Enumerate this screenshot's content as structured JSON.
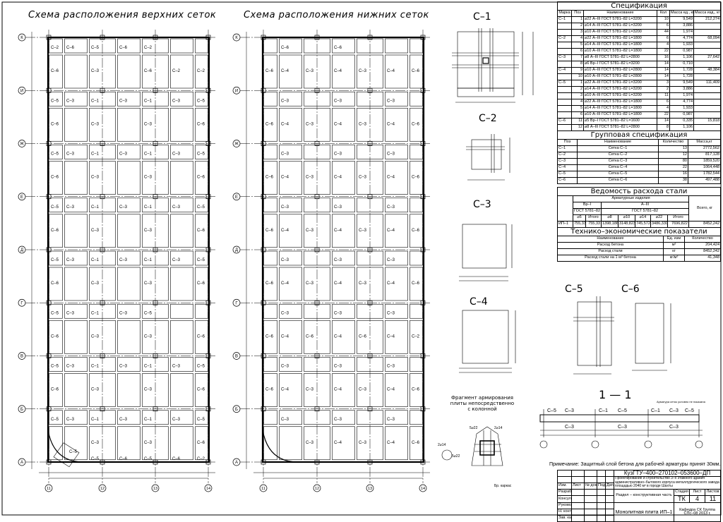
{
  "titles": {
    "top_plan": "Схема расположения верхних сеток",
    "bottom_plan": "Схема расположения нижних сеток",
    "details": [
      "С–1",
      "С–2",
      "С–3",
      "С–4",
      "С–5",
      "С–6"
    ],
    "section": "1 — 1",
    "fragment": [
      "Фрагмент армирования",
      "плиты непосредственно",
      "с колонной"
    ]
  },
  "grid": {
    "rows": [
      "К",
      "И",
      "Ж",
      "Е",
      "Д",
      "Г",
      "В",
      "Б",
      "А"
    ],
    "cols": [
      "11",
      "12",
      "13",
      "14"
    ]
  },
  "plans": {
    "top": {
      "at": [
        [
          "С–2",
          "С–6",
          "С–5",
          "С–6",
          "С–2",
          "",
          ""
        ],
        [
          "С–5",
          "С–3",
          "С–1",
          "С–3",
          "С–1",
          "С–3",
          "С–5"
        ],
        [
          "С–5",
          "С–3",
          "С–1",
          "С–3",
          "С–1",
          "С–3",
          "С–5"
        ],
        [
          "С–5",
          "С–3",
          "С–1",
          "С–3",
          "С–1",
          "С–3",
          "С–5"
        ],
        [
          "С–5",
          "С–3",
          "С–1",
          "С–3",
          "С–1",
          "С–3",
          "С–5"
        ],
        [
          "С–5",
          "С–3",
          "С–1",
          "С–3",
          "С–5",
          "",
          ""
        ],
        [
          "С–5",
          "С–3",
          "С–1",
          "С–3",
          "С–1",
          "С–3",
          "С–5"
        ],
        [
          "С–5",
          "С–3",
          "С–1",
          "С–3",
          "С–1",
          "С–3",
          "С–5"
        ],
        [
          "",
          "",
          "С–5",
          "С–6",
          "С–5",
          "С–6",
          "С–2"
        ]
      ],
      "mid": [
        [
          "С–6",
          "",
          "С–3",
          "",
          "С–6",
          "С–2",
          "С–2"
        ],
        [
          "С–6",
          "",
          "С–3",
          "",
          "С–3",
          "",
          "С–6"
        ],
        [
          "С–6",
          "",
          "С–3",
          "",
          "С–3",
          "",
          "С–6"
        ],
        [
          "С–6",
          "",
          "С–3",
          "",
          "С–3",
          "",
          "С–6"
        ],
        [
          "С–6",
          "",
          "С–3",
          "",
          "С–3",
          "",
          "С–6"
        ],
        [
          "С–6",
          "",
          "С–3",
          "",
          "С–3",
          "",
          "С–6"
        ],
        [
          "С–6",
          "",
          "С–3",
          "",
          "С–3",
          "",
          "С–6"
        ],
        [
          "",
          "",
          "С–3",
          "",
          "С–3",
          "",
          "С–6"
        ]
      ],
      "diamond_label": "С–5"
    },
    "bottom": {
      "at": [
        [
          "",
          "С–6",
          "",
          "С–6",
          "",
          "",
          ""
        ],
        [
          "",
          "С–3",
          "",
          "С–3",
          "",
          "С–3",
          ""
        ],
        [
          "",
          "С–3",
          "",
          "С–3",
          "",
          "С–3",
          ""
        ],
        [
          "",
          "С–3",
          "",
          "С–3",
          "",
          "С–3",
          ""
        ],
        [
          "",
          "С–3",
          "",
          "С–3",
          "",
          "С–3",
          ""
        ],
        [
          "",
          "С–3",
          "",
          "С–3",
          "",
          "С–3",
          ""
        ],
        [
          "",
          "С–3",
          "",
          "С–3",
          "",
          "С–3",
          ""
        ],
        [
          "",
          "С–3",
          "",
          "С–3",
          "",
          "С–3",
          ""
        ],
        [
          "",
          "",
          "",
          "",
          "",
          "",
          ""
        ]
      ],
      "mid": [
        [
          "С–6",
          "С–4",
          "С–3",
          "С–4",
          "С–3",
          "С–4",
          "С–6"
        ],
        [
          "С–6",
          "С–4",
          "С–3",
          "С–4",
          "С–3",
          "С–4",
          "С–6"
        ],
        [
          "С–6",
          "С–4",
          "С–3",
          "С–4",
          "С–3",
          "С–4",
          "С–6"
        ],
        [
          "С–6",
          "С–4",
          "С–3",
          "С–4",
          "С–3",
          "С–4",
          "С–6"
        ],
        [
          "С–6",
          "С–4",
          "С–3",
          "С–4",
          "С–3",
          "С–4",
          "С–6"
        ],
        [
          "С–6",
          "С–4",
          "С–6",
          "С–4",
          "С–6",
          "С–4",
          "С–2"
        ],
        [
          "С–6",
          "С–4",
          "С–3",
          "С–4",
          "С–3",
          "С–4",
          "С–6"
        ],
        [
          "",
          "",
          "С–3",
          "С–4",
          "С–3",
          "С–4",
          "С–6"
        ]
      ]
    }
  },
  "section_labels": {
    "top": [
      "С–5",
      "С–3",
      "С–1",
      "С–5",
      "С–1",
      "С–3",
      "С–5"
    ],
    "bottom": [
      "С–3",
      "С–3",
      "С–3"
    ],
    "callout": "Арматура сеток условно не показана"
  },
  "fragment_labels": [
    "5⌀22",
    "2⌀14",
    "2⌀14",
    "5⌀22",
    "Бр. каркас"
  ],
  "spec": {
    "title": "Спецификация",
    "headers": [
      "Марка",
      "Поз",
      "Наименование",
      "Кол",
      "Масса ед., кг",
      "Масса изд., кг"
    ],
    "rows": [
      [
        "С–1",
        "1",
        "⌀22 А–III ГОСТ 5781–82 L=3200",
        "10",
        "9,549",
        "212,274"
      ],
      [
        "",
        "2",
        "⌀14 А–III ГОСТ 5781–82 L=3200",
        "6",
        "3,886",
        ""
      ],
      [
        "",
        "3",
        "⌀10 А–III ГОСТ 5781–82 L=3200",
        "44",
        "1,974",
        ""
      ],
      [
        "С–2",
        "4",
        "⌀22 А–III ГОСТ 5781–82 L=1800",
        "6",
        "4,774",
        "68,094"
      ],
      [
        "",
        "5",
        "⌀14 А–III ГОСТ 5781–82 L=1800",
        "4",
        "1,933",
        ""
      ],
      [
        "",
        "6",
        "⌀10 А–III ГОСТ 5781–82 L=1800",
        "22",
        "0,987",
        ""
      ],
      [
        "С–3",
        "7",
        "⌀8 А–III ГОСТ 5781–82 L=2800",
        "16",
        "1,106",
        "27,642"
      ],
      [
        "",
        "8",
        "⌀6 Вр–I ГОСТ 5781–82 L=3200",
        "14",
        "0,710",
        ""
      ],
      [
        "С–4",
        "9",
        "⌀10 А–III ГОСТ 5781–82 L=2800",
        "14",
        "1,728",
        "48,384"
      ],
      [
        "",
        "10",
        "⌀10 А–III ГОСТ 5781–82 L=2800",
        "14",
        "1,728",
        ""
      ],
      [
        "С–5",
        "1",
        "⌀22 А–III ГОСТ 5781–82 L=3200",
        "3",
        "9,549",
        "111,409"
      ],
      [
        "",
        "2",
        "⌀14 А–III ГОСТ 5781–82 L=3200",
        "2",
        "3,886",
        ""
      ],
      [
        "",
        "3",
        "⌀10 А–III ГОСТ 5781–82 L=3200",
        "11",
        "1,974",
        ""
      ],
      [
        "",
        "4",
        "⌀22 А–III ГОСТ 5781–82 L=1800",
        "6",
        "4,774",
        ""
      ],
      [
        "",
        "5",
        "⌀14 А–III ГОСТ 5781–82 L=1800",
        "4",
        "1,933",
        ""
      ],
      [
        "",
        "6",
        "⌀10 А–III ГОСТ 5781–82 L=1800",
        "22",
        "0,987",
        ""
      ],
      [
        "С–6",
        "11",
        "⌀5 Вр–I ГОСТ 5781–82 L=1600",
        "14",
        "0,335",
        "15,818"
      ],
      [
        "",
        "12",
        "⌀8 А–III ГОСТ 5781–82 L=2800",
        "8",
        "1,106",
        ""
      ]
    ]
  },
  "group_spec": {
    "title": "Групповая спецификация",
    "headers": [
      "Поз",
      "Наименование",
      "Количество",
      "Масса,кг"
    ],
    "rows": [
      [
        "С–1",
        "Сетка С–1",
        "13",
        "2772,562"
      ],
      [
        "С–2",
        "Сетка С–2",
        "12",
        "817,128"
      ],
      [
        "С–3",
        "Сетка С–3",
        "80",
        "1859,520"
      ],
      [
        "С–4",
        "Сетка С–4",
        "22",
        "1064,448"
      ],
      [
        "С–5",
        "Сетка С–5",
        "16",
        "1782,544"
      ],
      [
        "С–6",
        "Сетка С–6",
        "38",
        "497,488"
      ]
    ]
  },
  "steel": {
    "title": "Ведомость расхода стали",
    "group": "Арматурные изделия",
    "class1": "Вр–I",
    "class2": "А–III",
    "total": "Всего, кг",
    "gost1": "ГОСТ 5781–82",
    "gost2": "ГОСТ 5781–82",
    "cols": [
      "⌀5",
      "Итого",
      "⌀8",
      "⌀10",
      "⌀14",
      "⌀22",
      "Итого"
    ],
    "row": [
      "ИП–1",
      "755,33",
      "755,33",
      "1398,186",
      "3148,823",
      "745,572",
      "3486,330",
      "7696,822",
      "8452,242"
    ]
  },
  "tep": {
    "title": "Технико–экономические показатели",
    "headers": [
      "Наименование",
      "Ед. изм",
      "Количество"
    ],
    "rows": [
      [
        "Расход бетона",
        "м³",
        "204,424"
      ],
      [
        "Расход стали",
        "кг",
        "8452,242"
      ],
      [
        "Расход стали на 1 м³ бетона",
        "кг/м³",
        "41,348"
      ]
    ]
  },
  "note": "Примечание: Защитный слой бетона для рабочей арматуры принят 30мм.",
  "stamp": {
    "code": "КузГТУ–400–270102–053600–ДП",
    "project": "Проектирование и строительство 3–х этажного здания административно–бытового корпуса металлургического завода площадью 2040 м² в городе Шахты",
    "section": "Раздел – конструктивная часть",
    "stage_h": "Стадия",
    "sheet_h": "Лист",
    "sheets_h": "Листов",
    "stage": "ТК",
    "sheet": "4",
    "sheets": "11",
    "drawing": "Монолитная плита ИП–1",
    "org": "Кафедра СК Группа СПс–08 2013 г.",
    "left_head": [
      "Изм.",
      "Лист",
      "№ докум.",
      "Подп.",
      "Дата"
    ],
    "roles": [
      "Разраб.",
      "Консульт.",
      "Руковод.",
      "Н. контр.",
      "Зав. каф."
    ]
  }
}
